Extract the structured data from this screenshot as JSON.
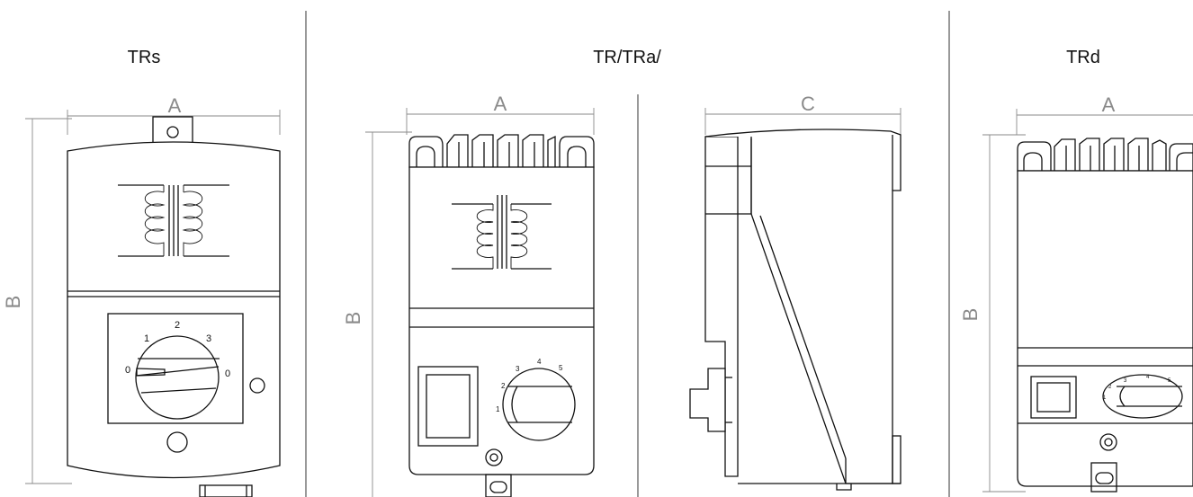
{
  "titles": {
    "left": "TRs",
    "middle": "TR/TRa/",
    "right": "TRd"
  },
  "dimensions": {
    "a": "A",
    "b": "B",
    "c": "C"
  },
  "trs_dial": {
    "top_left": "1",
    "top": "2",
    "top_right": "3",
    "left": "0",
    "right": "0"
  },
  "tr_dial": {
    "n1": "1",
    "n2": "2",
    "n3": "3",
    "n4": "4",
    "n5": "5"
  },
  "trd_dial": {
    "n1": "1",
    "n2": "2",
    "n3": "3",
    "n4": "4",
    "n5": "5"
  }
}
